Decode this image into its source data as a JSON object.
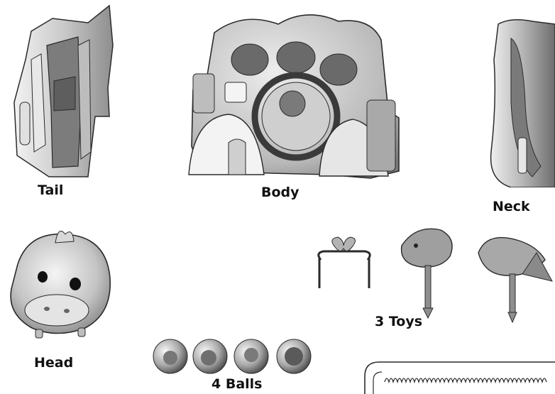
{
  "parts": {
    "tail": "Tail",
    "body": "Body",
    "neck": "Neck",
    "head": "Head",
    "toys": "3 Toys",
    "balls": "4 Balls"
  },
  "colors": {
    "part_fill": "#d6d6d6",
    "part_shade": "#9a9a9a",
    "part_dark": "#5e5e5e",
    "outline": "#2a2a2a"
  }
}
